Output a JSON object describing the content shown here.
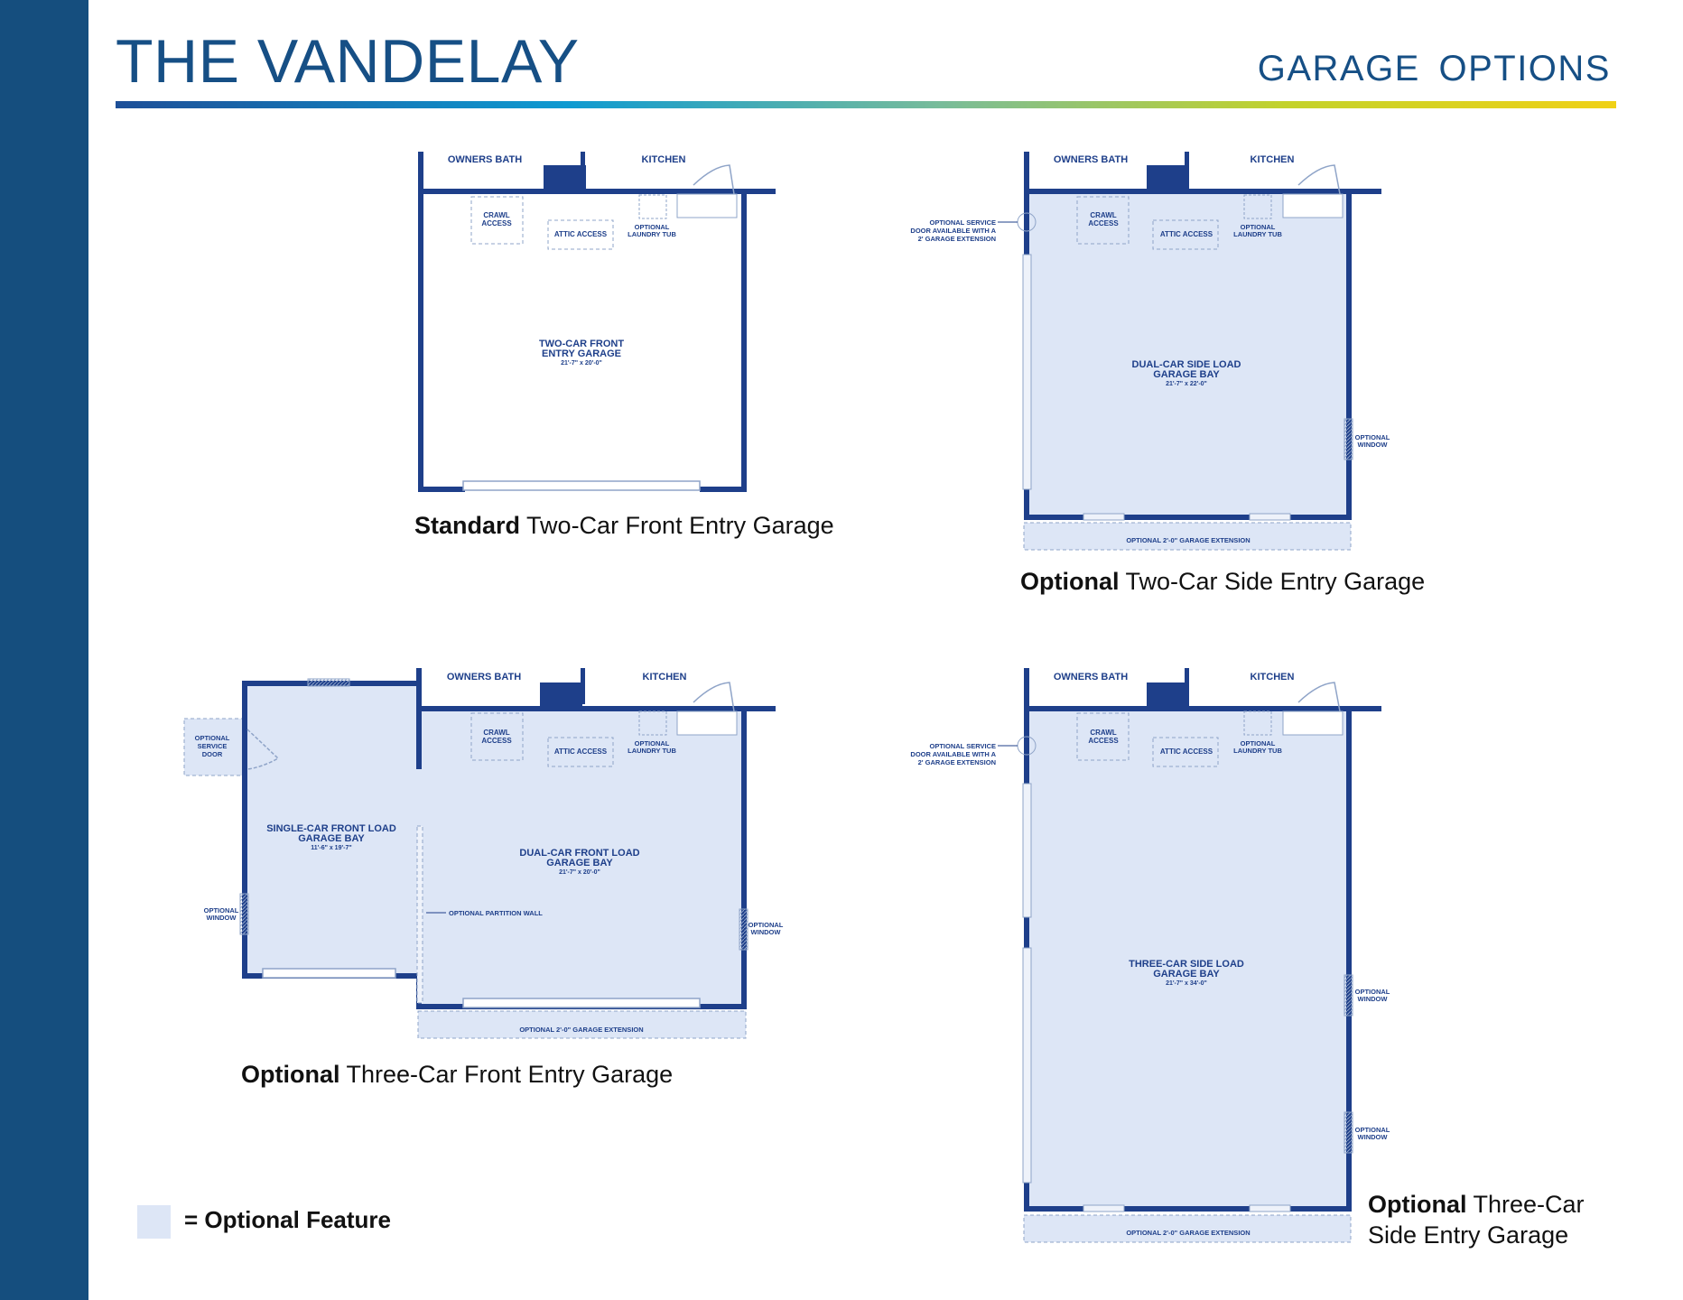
{
  "header": {
    "title": "THE VANDELAY",
    "subtitle": "GARAGE  OPTIONS"
  },
  "colors": {
    "sidebar": "#154e7e",
    "title": "#164f85",
    "wall": "#1e3f8a",
    "optional_fill": "#dde6f6"
  },
  "plans": {
    "standard_two_car": {
      "caption_bold": "Standard",
      "caption_rest": " Two-Car Front Entry Garage",
      "owners_bath": "OWNERS BATH",
      "kitchen": "KITCHEN",
      "crawl_1": "CRAWL",
      "crawl_2": "ACCESS",
      "attic": "ATTIC ACCESS",
      "tub_1": "OPTIONAL",
      "tub_2": "LAUNDRY TUB",
      "room_1": "TWO-CAR FRONT",
      "room_2": "ENTRY GARAGE",
      "room_dim": "21'-7\" x 20'-0\""
    },
    "two_car_side": {
      "caption_bold": "Optional",
      "caption_rest": " Two-Car Side Entry Garage",
      "owners_bath": "OWNERS BATH",
      "kitchen": "KITCHEN",
      "crawl_1": "CRAWL",
      "crawl_2": "ACCESS",
      "attic": "ATTIC ACCESS",
      "tub_1": "OPTIONAL",
      "tub_2": "LAUNDRY TUB",
      "service_1": "OPTIONAL SERVICE",
      "service_2": "DOOR AVAILABLE WITH A",
      "service_3": "2' GARAGE EXTENSION",
      "room_1": "DUAL-CAR SIDE LOAD",
      "room_2": "GARAGE BAY",
      "room_dim": "21'-7\" x 22'-0\"",
      "window_1": "OPTIONAL",
      "window_2": "WINDOW",
      "extension": "OPTIONAL 2'-0\" GARAGE EXTENSION"
    },
    "three_car_front": {
      "caption_bold": "Optional",
      "caption_rest": " Three-Car Front Entry Garage",
      "owners_bath": "OWNERS BATH",
      "kitchen": "KITCHEN",
      "crawl_1": "CRAWL",
      "crawl_2": "ACCESS",
      "attic": "ATTIC ACCESS",
      "tub_1": "OPTIONAL",
      "tub_2": "LAUNDRY TUB",
      "service_1": "OPTIONAL",
      "service_2": "SERVICE",
      "service_3": "DOOR",
      "single_1": "SINGLE-CAR FRONT LOAD",
      "single_2": "GARAGE BAY",
      "single_dim": "11'-6\" x 19'-7\"",
      "dual_1": "DUAL-CAR FRONT LOAD",
      "dual_2": "GARAGE BAY",
      "dual_dim": "21'-7\" x 20'-0\"",
      "partition": "OPTIONAL PARTITION WALL",
      "window_l1": "OPTIONAL",
      "window_l2": "WINDOW",
      "window_r1": "OPTIONAL",
      "window_r2": "WINDOW",
      "extension": "OPTIONAL 2'-0\" GARAGE EXTENSION"
    },
    "three_car_side": {
      "caption_bold": "Optional",
      "caption_rest": " Three-Car Side Entry Garage",
      "owners_bath": "OWNERS BATH",
      "kitchen": "KITCHEN",
      "crawl_1": "CRAWL",
      "crawl_2": "ACCESS",
      "attic": "ATTIC ACCESS",
      "tub_1": "OPTIONAL",
      "tub_2": "LAUNDRY TUB",
      "service_1": "OPTIONAL SERVICE",
      "service_2": "DOOR AVAILABLE WITH A",
      "service_3": "2' GARAGE EXTENSION",
      "room_1": "THREE-CAR SIDE LOAD",
      "room_2": "GARAGE BAY",
      "room_dim": "21'-7\" x 34'-0\"",
      "window_a1": "OPTIONAL",
      "window_a2": "WINDOW",
      "window_b1": "OPTIONAL",
      "window_b2": "WINDOW",
      "extension": "OPTIONAL 2'-0\" GARAGE EXTENSION"
    }
  },
  "legend": {
    "text": "= Optional Feature"
  }
}
